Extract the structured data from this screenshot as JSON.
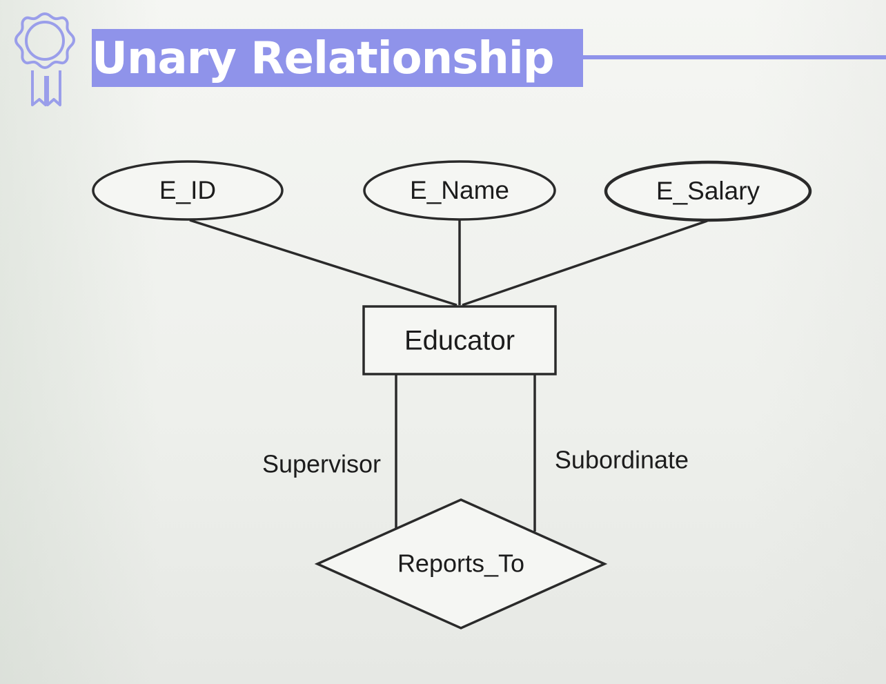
{
  "slide": {
    "title": "Unary Relationship",
    "accent_color": "#8f93ea",
    "icon": "award-ribbon-icon"
  },
  "diagram": {
    "attributes": [
      {
        "label": "E_ID"
      },
      {
        "label": "E_Name"
      },
      {
        "label": "E_Salary"
      }
    ],
    "entity": {
      "label": "Educator"
    },
    "relationship": {
      "label": "Reports_To"
    },
    "roles": {
      "left": "Supervisor",
      "right": "Subordinate"
    }
  }
}
